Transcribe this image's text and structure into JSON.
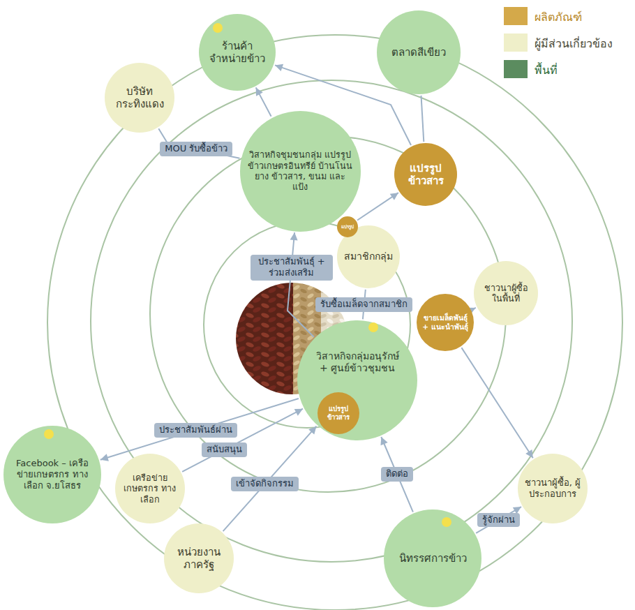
{
  "diagram": {
    "nodes": [
      {
        "text": [
          "ร้านค้าจำหน่ายข้าว"
        ]
      },
      {
        "text": [
          "บริษัท กระทิงแดง"
        ]
      },
      {
        "text": [
          "ตลาดสีเขียว"
        ]
      },
      {
        "text": [
          "วิสาหกิจชุมชนกลุ่ม แปรรูปข้าวเกษตรอินทรีย์ บ้านโนนยาง ข้าวสาร, ขนม และแป้ง"
        ]
      },
      {
        "text": [
          "แปรรูป ข้าวสาร"
        ]
      },
      {
        "text": [
          "แปรรูป"
        ]
      },
      {
        "text": [
          "สมาชิกกลุ่ม"
        ]
      },
      {
        "text": [
          "ชาวนาผู้ซื้อ ในพื้นที่"
        ]
      },
      {
        "text": [
          "ขายเมล็ดพันธุ์ + แนะนำพันธุ์"
        ]
      },
      {
        "text": [
          "วิสาหกิจกลุ่มอนุรักษ์ + ศูนย์ข้าวชุมชน"
        ]
      },
      {
        "text": [
          "แปรรูป ข้าวสาร"
        ],
        "in": 9
      },
      {
        "text": [
          "Facebook – เครือข่ายเกษตรกร ทางเลือก จ.ยโสธร"
        ]
      },
      {
        "text": [
          "เครือข่าย เกษตรกร ทางเลือก"
        ]
      },
      {
        "text": [
          "ชาวนาผู้ซื้อ, ผู้ประกอบการ"
        ]
      },
      {
        "text": [
          "หน่วยงาน ภาครัฐ"
        ]
      },
      {
        "text": [
          "นิทรรศการข้าว"
        ]
      }
    ],
    "edges": [
      {
        "from": 1,
        "to": 3,
        "label": "MOU รับซื้อข้าว",
        "arrow": "none"
      },
      {
        "from": 3,
        "to": 0,
        "arrow": "to"
      },
      {
        "from": 4,
        "to": 0,
        "arrow": "to"
      },
      {
        "from": 4,
        "to": 2,
        "arrow": "none"
      },
      {
        "from": 9,
        "to": 3,
        "label": "ประชาสัมพันธุ์ + ร่วมส่งเสริม",
        "arrow": "to"
      },
      {
        "from": 5,
        "to": 4,
        "arrow": "to"
      },
      {
        "from": 6,
        "to": 9,
        "label": "รับซื้อเมล็ดจากสมาชิก",
        "arrow": "none"
      },
      {
        "from": 8,
        "to": 7,
        "arrow": "to"
      },
      {
        "from": 8,
        "to": 13,
        "arrow": "to"
      },
      {
        "from": 9,
        "to": 11,
        "label": "ประชาสัมพันธ์ผ่าน",
        "arrow": "to"
      },
      {
        "from": 12,
        "to": 9,
        "label": "สนับสนุน",
        "arrow": "to"
      },
      {
        "from": 14,
        "to": 9,
        "label": "เข้าจัดกิจกรรม",
        "arrow": "to"
      },
      {
        "from": 15,
        "to": 9,
        "label": "ติดต่อ",
        "arrow": "to"
      },
      {
        "from": 15,
        "to": 13,
        "label": "รู้จักผ่าน",
        "arrow": "to"
      }
    ],
    "legend": [
      {
        "text": "ผลิตภัณฑ์",
        "color": "#d4a94a"
      },
      {
        "text": "ผู้มีส่วนเกี่ยวข้อง",
        "color": "#efefc9"
      },
      {
        "text": "พื้นที่",
        "color": "#5b8c5f"
      }
    ]
  }
}
